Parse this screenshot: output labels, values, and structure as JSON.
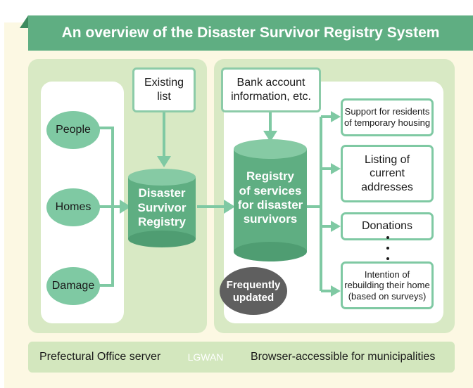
{
  "title": "An overview of the Disaster Survivor Registry System",
  "sources": [
    "People",
    "Homes",
    "Damage"
  ],
  "existing_list": "Existing\nlist",
  "disaster_registry": "Disaster\nSurvivor\nRegistry",
  "bank_info": "Bank account\ninformation, etc.",
  "services_registry": "Registry\nof services\nfor disaster\nsurvivors",
  "frequently_updated": "Frequently\nupdated",
  "services": [
    "Support for residents\nof temporary housing",
    "Listing of\ncurrent\naddresses",
    "Donations",
    "Intention of\nrebuilding their home\n(based on surveys)"
  ],
  "bottom": {
    "left": "Prefectural Office server",
    "network": "LGWAN",
    "right": "Browser-accessible for municipalities"
  },
  "colors": {
    "title_bar": "#5fae82",
    "zone": "#d8e9c4",
    "node": "#7fc9a3",
    "cylinder": "#5fae82",
    "arrow": "#7fc9a3",
    "callout": "#5f5f5f",
    "background": "#fcf8e3"
  }
}
